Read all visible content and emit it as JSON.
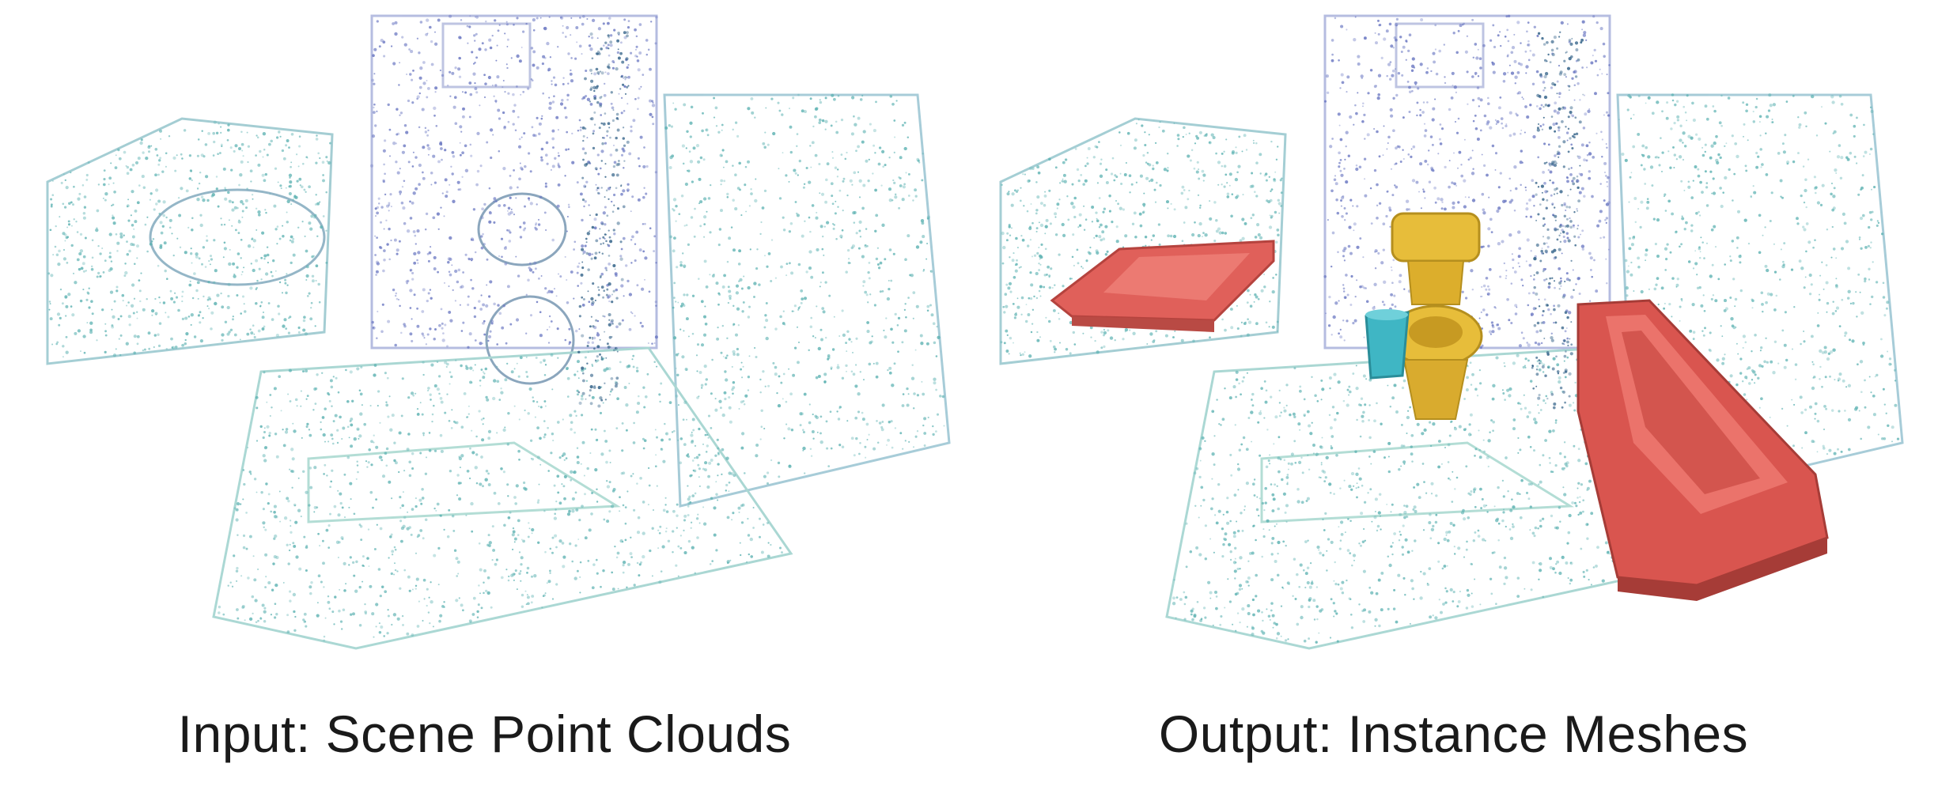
{
  "figure": {
    "input_panel": {
      "caption": "Input: Scene Point Clouds"
    },
    "output_panel": {
      "caption": "Output: Instance Meshes"
    }
  },
  "colors": {
    "point_teal": "#5fb3b3",
    "point_blue": "#6b78c2",
    "point_dark": "#2f5f86",
    "mesh_red": "#e0605a",
    "mesh_yellow": "#e7bd3a",
    "mesh_cyan": "#3fb6c4"
  },
  "legend_objects": [
    "sink",
    "toilet",
    "trash-bin",
    "bathtub"
  ]
}
